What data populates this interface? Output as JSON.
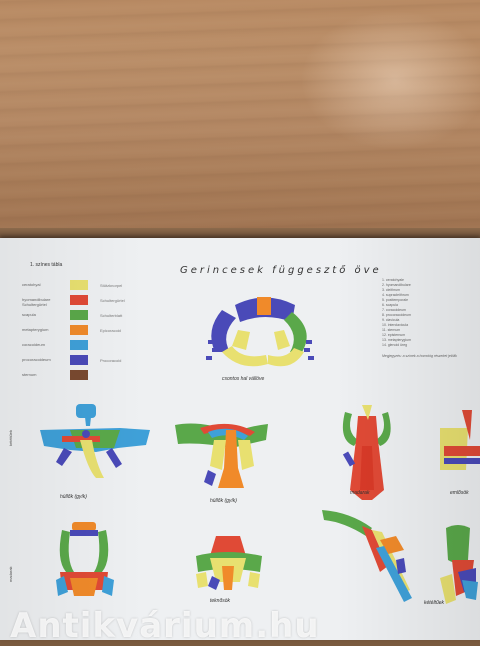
{
  "photo": {
    "background": "wooden table",
    "colors": {
      "wood": "#b38763",
      "paper": "#eef0f2"
    }
  },
  "poster": {
    "title": "Gerincesek függesztő öve",
    "table_header": "1. színes tábla",
    "legend": [
      {
        "label": "ceratohyal",
        "color": "#e8e070",
        "translation": "Stützknorpel"
      },
      {
        "label": "hyomandibulare Schultergürtel",
        "color": "#e04a36",
        "translation": "Schultergürtel"
      },
      {
        "label": "scapula",
        "color": "#5aa84a",
        "translation": "Schulterblatt"
      },
      {
        "label": "metapterygium",
        "color": "#f08a2a",
        "translation": "Epicoracoid"
      },
      {
        "label": "coracoideum",
        "color": "#3fa0d8",
        "translation": ""
      },
      {
        "label": "procoracoideum",
        "color": "#4a4ab8",
        "translation": "Procoracoid"
      },
      {
        "label": "sternum",
        "color": "#7a4a30",
        "translation": ""
      }
    ],
    "captions": [
      "csontos hal vállöve",
      "hüllők (gyík)",
      "madarak",
      "emlősök",
      "teknősök",
      "kétéltűek"
    ],
    "side_labels": [
      "kétéltűek",
      "madarak"
    ],
    "notes_lines": [
      "1. ceratohyale",
      "2. hyomandibulare",
      "3. cleithrum",
      "4. supracleithrum",
      "5. posttemporale",
      "6. scapula",
      "7. coracoideum",
      "8. procoracoideum",
      "9. clavicula",
      "10. interclavicula",
      "11. sternum",
      "12. episternum",
      "13. metapterygium",
      "14. glenoid üreg"
    ],
    "notes_footer": "Megjegyzés: a színek a homológ részeket jelölik"
  },
  "watermark": "Antikvárium.hu"
}
